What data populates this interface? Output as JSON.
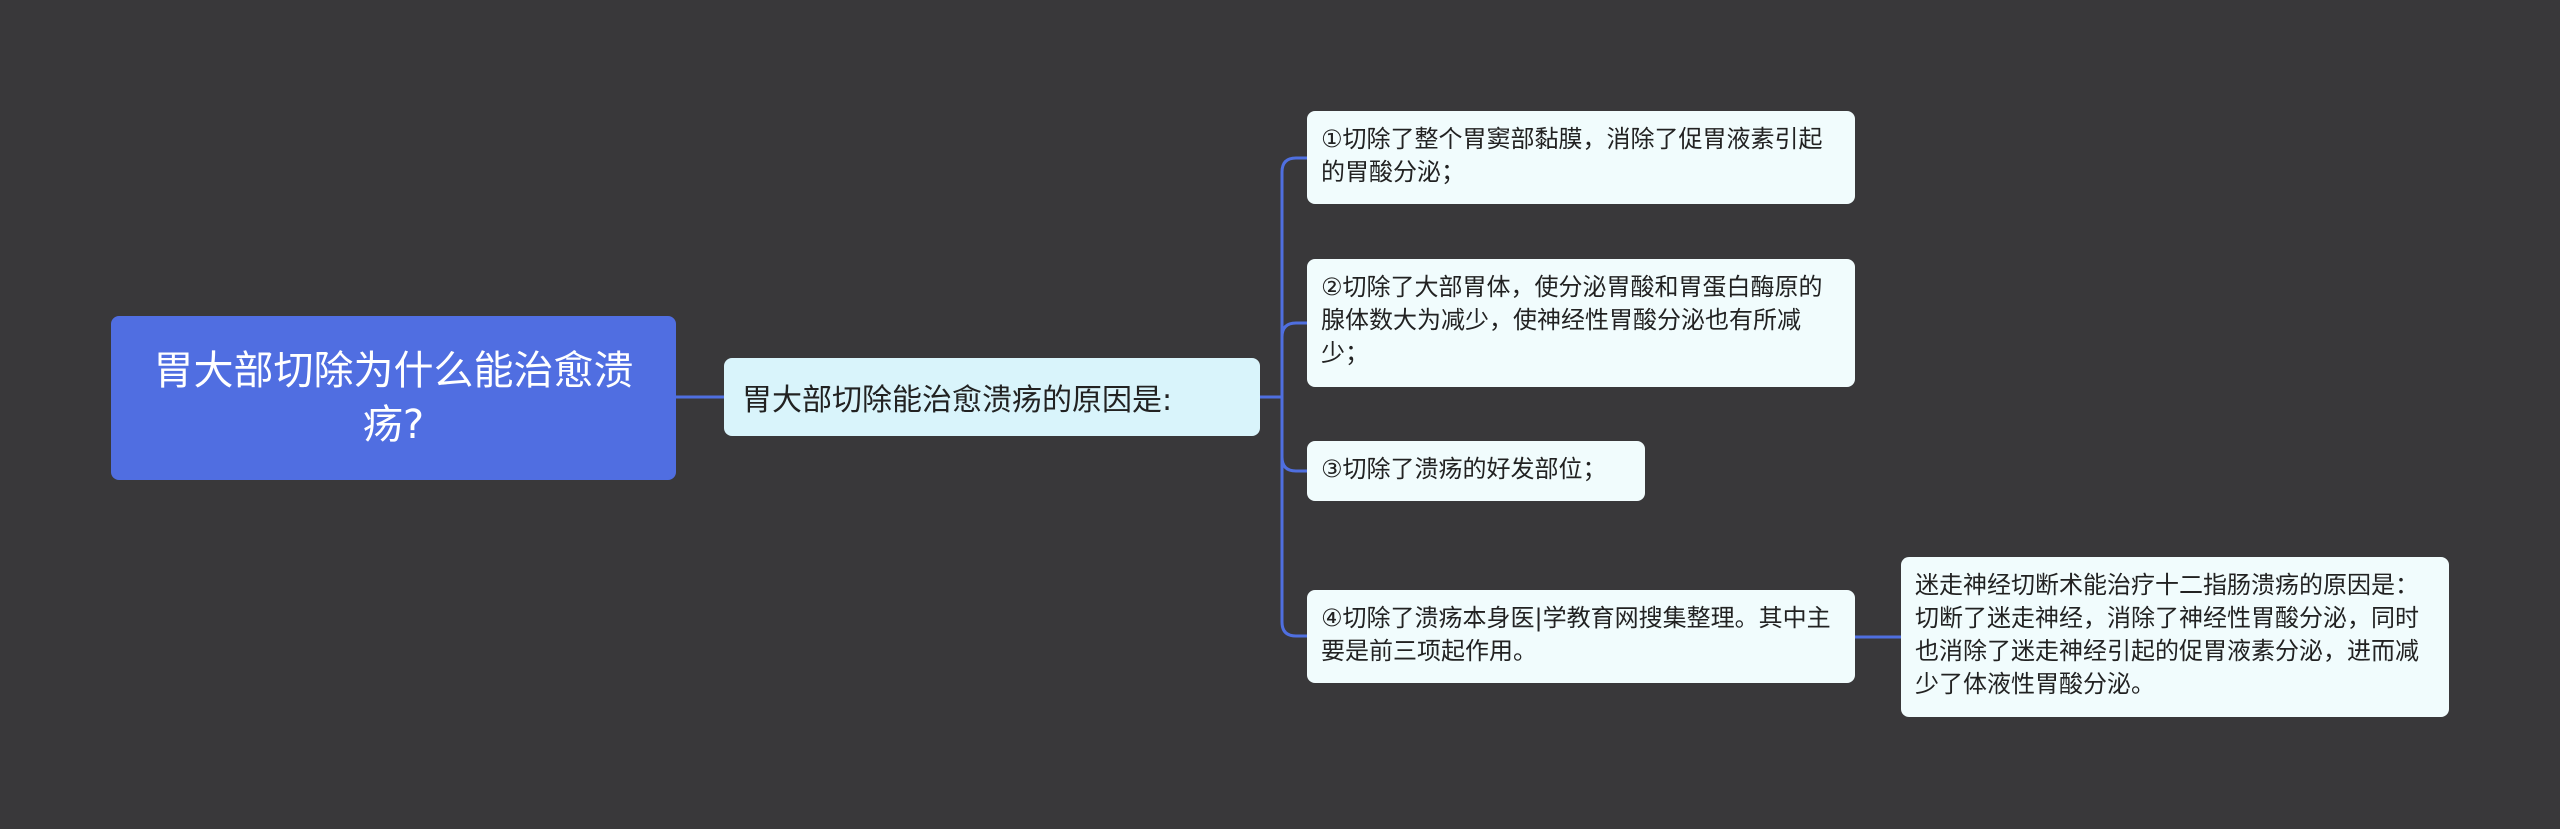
{
  "diagram": {
    "root": {
      "text": "胃大部切除为什么能治愈溃疡?"
    },
    "middle": {
      "text": "胃大部切除能治愈溃疡的原因是:"
    },
    "leaves": [
      {
        "text": "①切除了整个胃窦部黏膜，消除了促胃液素引起的胃酸分泌；"
      },
      {
        "text": "②切除了大部胃体，使分泌胃酸和胃蛋白酶原的腺体数大为减少，使神经性胃酸分泌也有所减少；"
      },
      {
        "text": "③切除了溃疡的好发部位；"
      },
      {
        "text": "④切除了溃疡本身医|学教育网搜集整理。其中主要是前三项起作用。"
      }
    ],
    "sub_leaf": {
      "text": "迷走神经切断术能治疗十二指肠溃疡的原因是：切断了迷走神经，消除了神经性胃酸分泌，同时也消除了迷走神经引起的促胃液素分泌，进而减少了体液性胃酸分泌。"
    },
    "colors": {
      "background": "#39383a",
      "root_fill": "#506ee1",
      "middle_fill": "#d9f4fb",
      "leaf_fill": "#f1fcfd",
      "connector": "#4f6fe0"
    }
  }
}
